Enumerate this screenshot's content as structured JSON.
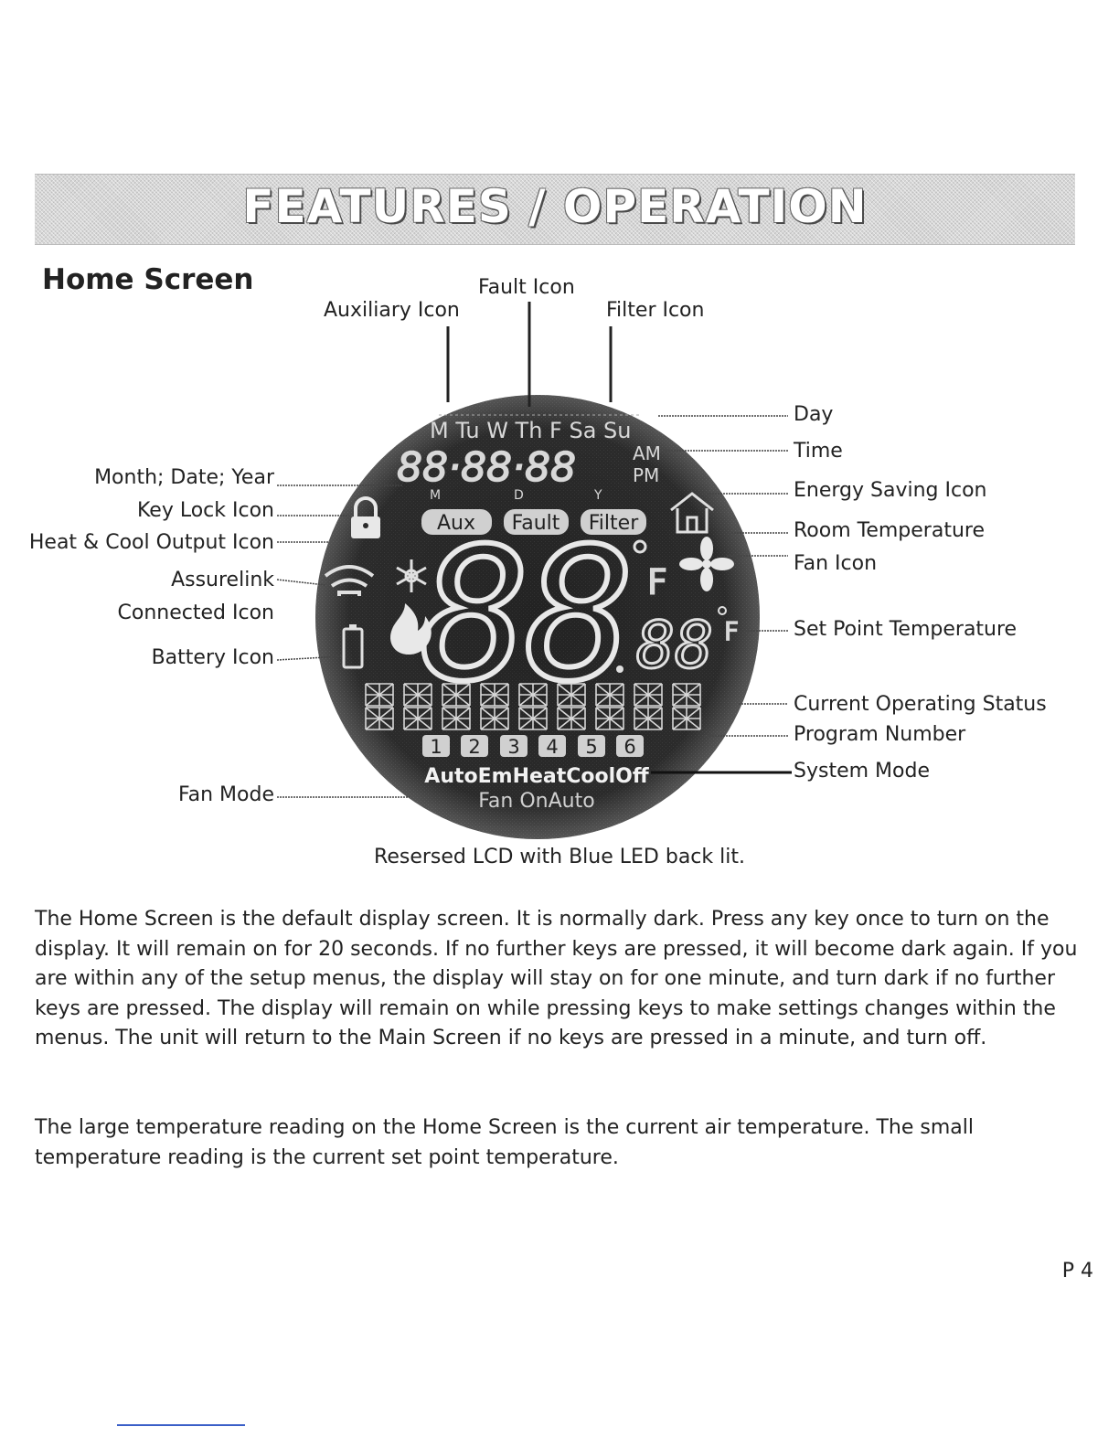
{
  "banner": {
    "title": "FEATURES / OPERATION"
  },
  "section": {
    "title": "Home Screen"
  },
  "callouts": {
    "fault_icon": "Fault Icon",
    "auxiliary_icon": "Auxiliary Icon",
    "filter_icon": "Filter Icon",
    "day": "Day",
    "time": "Time",
    "energy_saving_icon": "Energy Saving Icon",
    "room_temperature": "Room Temperature",
    "fan_icon": "Fan Icon",
    "set_point_temperature": "Set Point Temperature",
    "current_operating_status": "Current Operating Status",
    "program_number": "Program Number",
    "system_mode": "System Mode",
    "month_date_year": "Month; Date; Year",
    "key_lock_icon": "Key Lock Icon",
    "heat_cool_output_icon": "Heat & Cool Output Icon",
    "assurelink": "Assurelink",
    "connected_icon": "Connected Icon",
    "battery_icon": "Battery Icon",
    "fan_mode": "Fan Mode"
  },
  "lcd": {
    "days": "M Tu W Th F Sa Su",
    "clock_digits": "88·88·88",
    "am": "AM",
    "pm": "PM",
    "date_letters": [
      "M",
      "D",
      "Y"
    ],
    "badges": [
      "Aux",
      "Fault",
      "Filter"
    ],
    "room_temp": "88",
    "set_temp": "88",
    "deg_unit": "F",
    "programs": [
      "1",
      "2",
      "3",
      "4",
      "5",
      "6"
    ],
    "system_modes": "AutoEmHeatCoolOff",
    "fan_modes": "Fan OnAuto"
  },
  "caption": "Resersed LCD with Blue LED back lit.",
  "paragraphs": [
    "The Home Screen is the default display screen. It is normally dark. Press any key once to turn on the display. It will remain on for 20 seconds. If no further keys are pressed, it will become dark again. If you are within any of the setup menus, the display will stay on for one minute, and turn dark if no further keys are pressed. The display will remain on while pressing keys to make settings changes within the menus. The unit will return to the Main Screen if no keys are pressed in a minute, and turn off.",
    "The large temperature reading on the Home Screen is the current air temperature. The small temperature reading is the current set point temperature."
  ],
  "page_number": "P 4"
}
